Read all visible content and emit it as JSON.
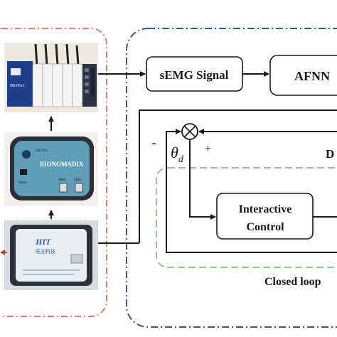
{
  "blocks": {
    "semg": "sEMG Signal",
    "afnn": "AFNN",
    "interactive_line1": "Interactive",
    "interactive_line2": "Control",
    "closed_loop": "Closed loop",
    "d_label": "D"
  },
  "signs": {
    "minus": "-",
    "plus": "+"
  },
  "symbols": {
    "theta": "θ",
    "subscript": "d"
  },
  "devices": {
    "biopac_top": "BIOPAC",
    "bionomadix_logo": "BIONOMADIX",
    "biopac_small": "BIOPAC",
    "emg_label": "EMG",
    "status_label": "Status",
    "imu_logo": "HIT",
    "imu_cn": "旺夫科技"
  },
  "colors": {
    "red_dashed": "#e8776f",
    "blue_dashed": "#2f5b8c",
    "green_dashed": "#8dc98a",
    "stroke": "#1a1a1a"
  }
}
